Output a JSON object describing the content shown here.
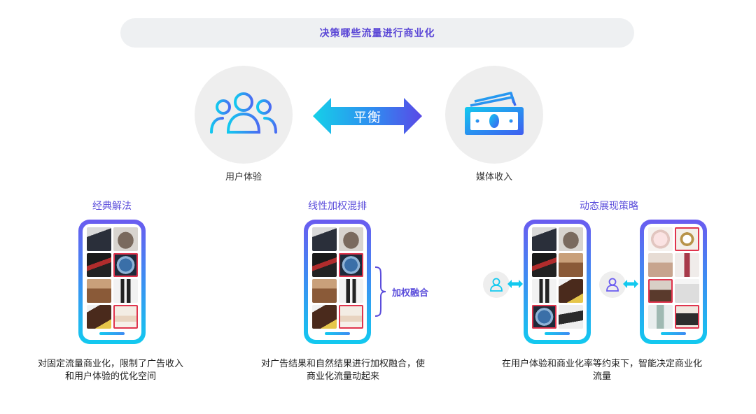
{
  "header": {
    "title": "决策哪些流量进行商业化"
  },
  "top": {
    "left_label": "用户体验",
    "right_label": "媒体收入",
    "arrow_label": "平衡",
    "left_icon": "users-group-icon",
    "right_icon": "money-cash-icon"
  },
  "sections": [
    {
      "title": "经典解法",
      "description_line1": "对固定流量商业化，限制了广告收入",
      "description_line2": "和用户体验的优化空间"
    },
    {
      "title": "线性加权混排",
      "brace_label": "加权融合",
      "description_line1": "对广告结果和自然结果进行加权融合，使",
      "description_line2": "商业化流量动起来"
    },
    {
      "title": "动态展现策略",
      "description_line1": "在用户体验和商业化率等约束下，智能决定商业化",
      "description_line2": "流量"
    }
  ],
  "colors": {
    "accent_purple": "#5b4ddb",
    "accent_cyan": "#12c9ef",
    "accent_blue": "#3f8af2",
    "highlight_red": "#e0344d",
    "circle_bg": "#eeeeee",
    "banner_bg": "#eef0f2"
  }
}
